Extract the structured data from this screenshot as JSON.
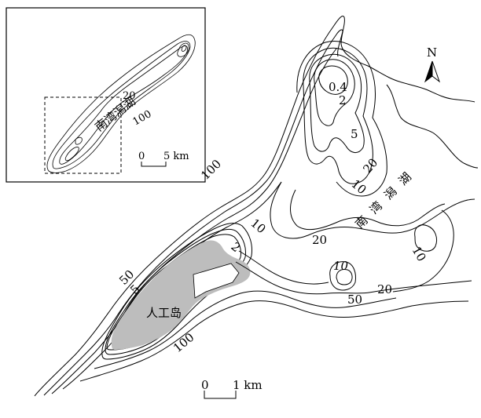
{
  "main_map": {
    "contour_labels": {
      "c0_4": "0.4",
      "c2_north": "2",
      "c5_north": "5",
      "c10_ne": "10",
      "c20_ne": "20",
      "c100_nw": "100",
      "c10_mid": "10",
      "c2_mid": "2",
      "c20_mid": "20",
      "c10_east": "10",
      "c10_island": "10",
      "c50_sw": "50",
      "c5_sw": "5",
      "c50_se": "50",
      "c20_se": "20",
      "c100_s": "100"
    },
    "lagoon_label": [
      "南",
      "湾",
      "潟",
      "湖"
    ],
    "island_label": "人工岛",
    "island_fill": "#bdbdbd",
    "north_letter": "N",
    "scale_bar": {
      "start": "0",
      "end": "1 km"
    }
  },
  "inset_map": {
    "contour_labels": {
      "c20": "20",
      "c100": "100"
    },
    "lagoon_label": "南湾潟湖",
    "scale_bar": {
      "start": "0",
      "end": "5 km"
    }
  }
}
